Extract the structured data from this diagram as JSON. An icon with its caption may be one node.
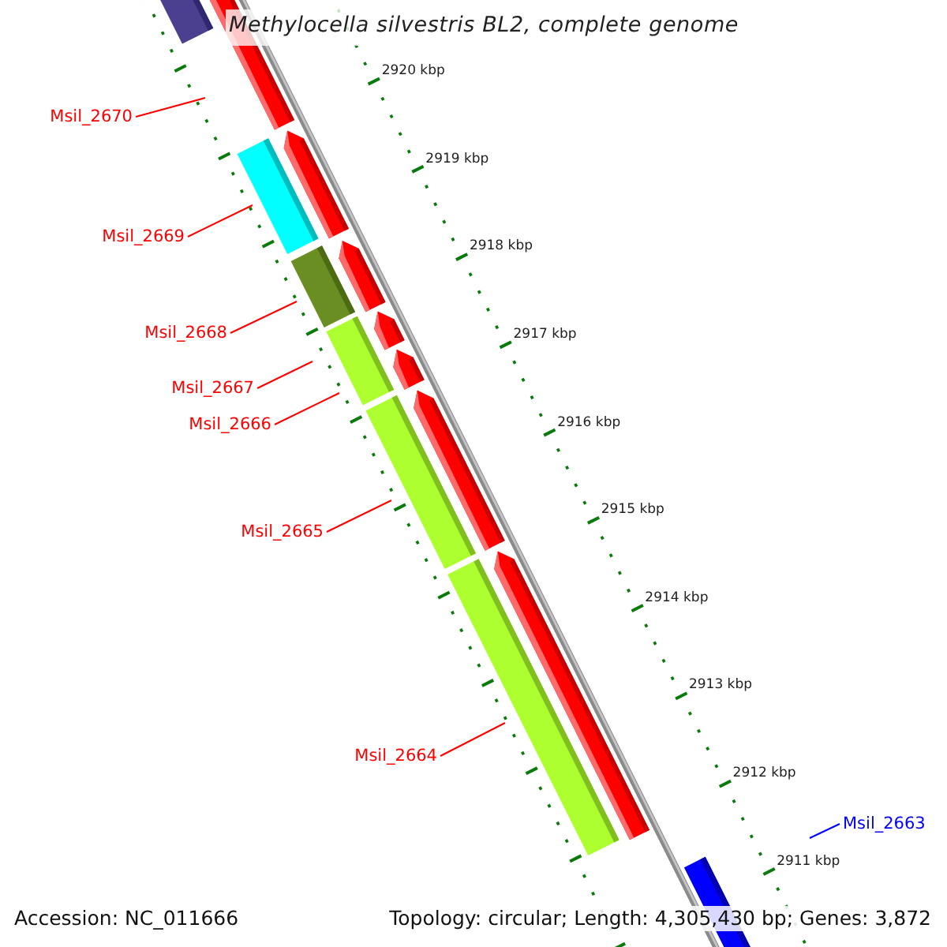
{
  "diagram": {
    "title": "Methylocella silvestris BL2, complete genome",
    "nodes": [
      {
        "text": [
          "Msil_2670"
        ]
      },
      {
        "text": [
          "Msil_2669"
        ]
      },
      {
        "text": [
          "Msil_2668"
        ]
      },
      {
        "text": [
          "Msil_2667"
        ]
      },
      {
        "text": [
          "Msil_2666"
        ]
      },
      {
        "text": [
          "Msil_2665"
        ]
      },
      {
        "text": [
          "Msil_2664"
        ]
      },
      {
        "text": [
          "Msil_2663"
        ]
      }
    ],
    "edges": [
      {
        "from": 0,
        "to": null,
        "arrow": "none"
      },
      {
        "from": 1,
        "to": null,
        "arrow": "none"
      },
      {
        "from": 2,
        "to": null,
        "arrow": "none"
      },
      {
        "from": 3,
        "to": null,
        "arrow": "none"
      },
      {
        "from": 4,
        "to": null,
        "arrow": "none"
      },
      {
        "from": 5,
        "to": null,
        "arrow": "none"
      },
      {
        "from": 6,
        "to": null,
        "arrow": "none"
      },
      {
        "from": 7,
        "to": null,
        "arrow": "none",
        "color": "#0000ff"
      }
    ],
    "labels": [
      "2920 kbp",
      "2919 kbp",
      "2918 kbp",
      "2917 kbp",
      "2916 kbp",
      "2915 kbp",
      "2914 kbp",
      "2913 kbp",
      "2912 kbp",
      "2911 kbp",
      "Accession: NC_011666",
      "Topology: circular; Length: 4,305,430 bp; Genes: 3,872"
    ]
  }
}
